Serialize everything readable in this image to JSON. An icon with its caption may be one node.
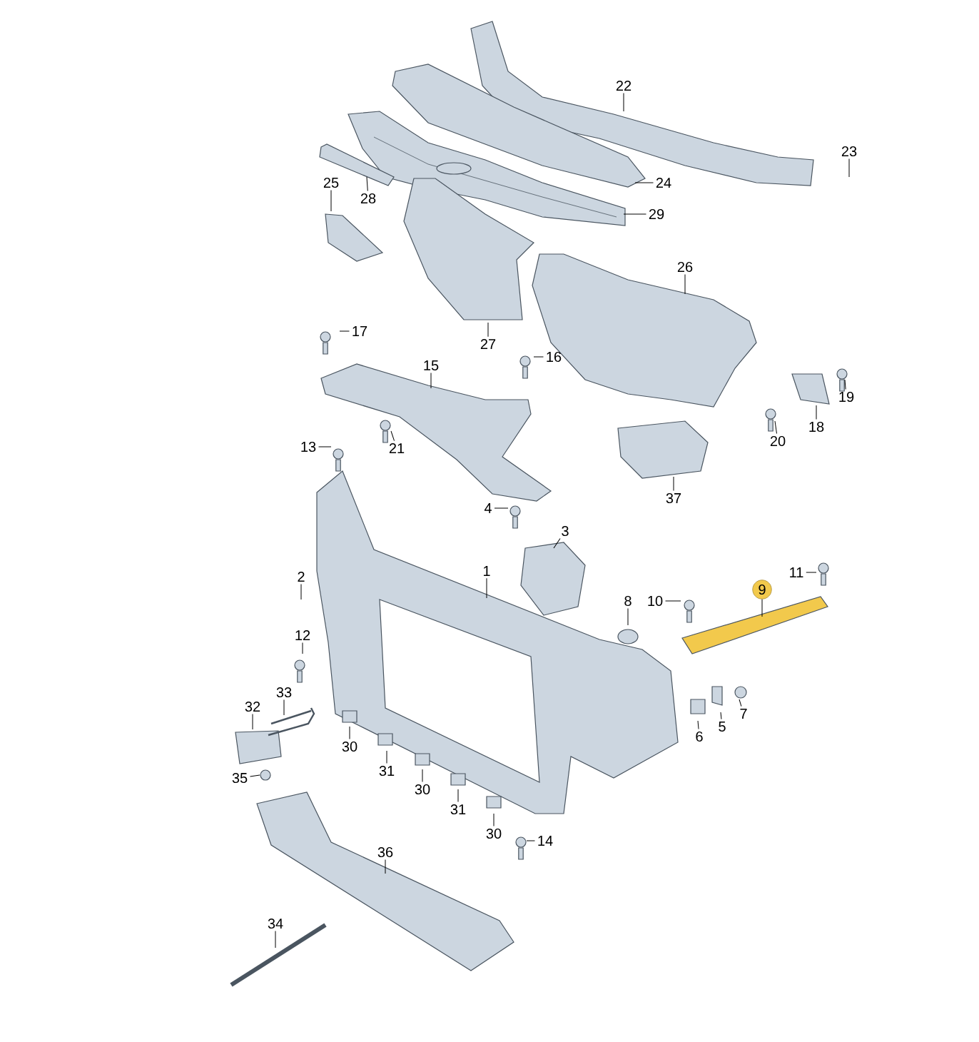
{
  "diagram": {
    "nodes": [
      {
        "text": [
          "22"
        ]
      },
      {
        "text": [
          "23"
        ]
      },
      {
        "text": [
          "24"
        ]
      },
      {
        "text": [
          "25"
        ]
      },
      {
        "text": [
          "28"
        ]
      },
      {
        "text": [
          "29"
        ]
      },
      {
        "text": [
          "26"
        ]
      },
      {
        "text": [
          "27"
        ]
      },
      {
        "text": [
          "17"
        ]
      },
      {
        "text": [
          "16"
        ]
      },
      {
        "text": [
          "15"
        ]
      },
      {
        "text": [
          "19"
        ]
      },
      {
        "text": [
          "18"
        ]
      },
      {
        "text": [
          "20"
        ]
      },
      {
        "text": [
          "13"
        ]
      },
      {
        "text": [
          "21"
        ]
      },
      {
        "text": [
          "37"
        ]
      },
      {
        "text": [
          "4"
        ]
      },
      {
        "text": [
          "3"
        ]
      },
      {
        "text": [
          "1"
        ]
      },
      {
        "text": [
          "11"
        ]
      },
      {
        "text": [
          "2"
        ]
      },
      {
        "text": [
          "9"
        ]
      },
      {
        "text": [
          "10"
        ]
      },
      {
        "text": [
          "8"
        ]
      },
      {
        "text": [
          "12"
        ]
      },
      {
        "text": [
          "33"
        ]
      },
      {
        "text": [
          "32"
        ]
      },
      {
        "text": [
          "7"
        ]
      },
      {
        "text": [
          "5"
        ]
      },
      {
        "text": [
          "6"
        ]
      },
      {
        "text": [
          "30"
        ]
      },
      {
        "text": [
          "35"
        ]
      },
      {
        "text": [
          "31"
        ]
      },
      {
        "text": [
          "30"
        ]
      },
      {
        "text": [
          "31"
        ]
      },
      {
        "text": [
          "30"
        ]
      },
      {
        "text": [
          "14"
        ]
      },
      {
        "text": [
          "36"
        ]
      },
      {
        "text": [
          "34"
        ]
      }
    ],
    "edges": [
      {
        "from": 0,
        "to": null,
        "arrow": "none"
      },
      {
        "from": 1,
        "to": null,
        "arrow": "none"
      },
      {
        "from": 2,
        "to": null,
        "arrow": "none"
      },
      {
        "from": 3,
        "to": null,
        "arrow": "none"
      },
      {
        "from": 4,
        "to": null,
        "arrow": "none"
      },
      {
        "from": 5,
        "to": null,
        "arrow": "none"
      },
      {
        "from": 6,
        "to": null,
        "arrow": "none"
      },
      {
        "from": 7,
        "to": null,
        "arrow": "none"
      },
      {
        "from": 8,
        "to": null,
        "arrow": "none"
      },
      {
        "from": 9,
        "to": null,
        "arrow": "none"
      },
      {
        "from": 10,
        "to": null,
        "arrow": "none"
      },
      {
        "from": 11,
        "to": null,
        "arrow": "none"
      },
      {
        "from": 12,
        "to": null,
        "arrow": "none"
      },
      {
        "from": 13,
        "to": null,
        "arrow": "none"
      },
      {
        "from": 14,
        "to": null,
        "arrow": "none"
      },
      {
        "from": 15,
        "to": null,
        "arrow": "none"
      },
      {
        "from": 16,
        "to": null,
        "arrow": "none"
      },
      {
        "from": 17,
        "to": null,
        "arrow": "none"
      },
      {
        "from": 18,
        "to": null,
        "arrow": "none"
      },
      {
        "from": 19,
        "to": null,
        "arrow": "none"
      },
      {
        "from": 20,
        "to": null,
        "arrow": "none"
      },
      {
        "from": 21,
        "to": null,
        "arrow": "none"
      },
      {
        "from": 22,
        "to": null,
        "arrow": "none"
      },
      {
        "from": 23,
        "to": null,
        "arrow": "none"
      },
      {
        "from": 24,
        "to": null,
        "arrow": "none"
      },
      {
        "from": 25,
        "to": null,
        "arrow": "none"
      },
      {
        "from": 26,
        "to": null,
        "arrow": "none"
      },
      {
        "from": 27,
        "to": null,
        "arrow": "none"
      },
      {
        "from": 28,
        "to": null,
        "arrow": "none"
      },
      {
        "from": 29,
        "to": null,
        "arrow": "none"
      },
      {
        "from": 30,
        "to": null,
        "arrow": "none"
      },
      {
        "from": 31,
        "to": null,
        "arrow": "none"
      },
      {
        "from": 32,
        "to": null,
        "arrow": "none"
      },
      {
        "from": 33,
        "to": null,
        "arrow": "none"
      },
      {
        "from": 34,
        "to": null,
        "arrow": "none"
      },
      {
        "from": 35,
        "to": null,
        "arrow": "none"
      },
      {
        "from": 36,
        "to": null,
        "arrow": "none"
      },
      {
        "from": 37,
        "to": null,
        "arrow": "none"
      },
      {
        "from": 38,
        "to": null,
        "arrow": "none"
      },
      {
        "from": 39,
        "to": null,
        "arrow": "none"
      }
    ]
  }
}
